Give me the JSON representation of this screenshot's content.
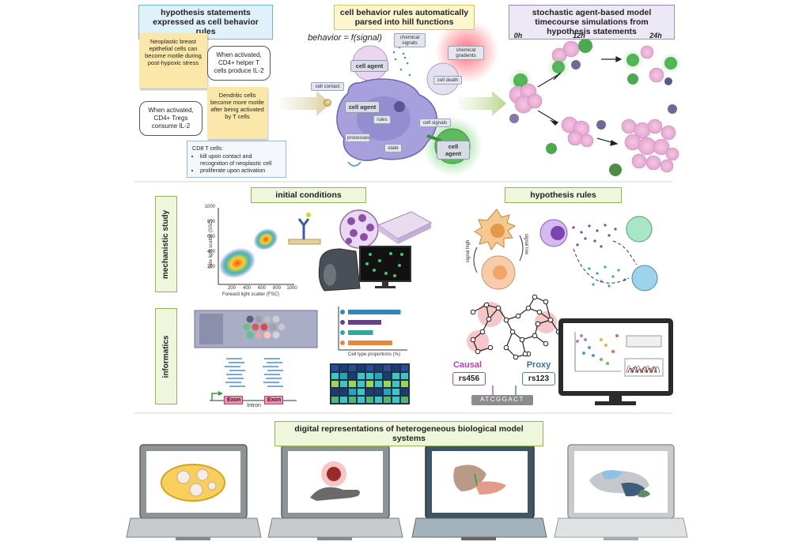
{
  "headers": {
    "hypothesis_statements": "hypothesis statements expressed as cell behavior rules",
    "cell_behavior_rules": "cell behavior rules automatically parsed into hill functions",
    "simulations": "stochastic agent-based model timecourse simulations from hypothesis statements",
    "initial_conditions": "initial conditions",
    "hypothesis_rules": "hypothesis rules",
    "digital_representations": "digital representations of heterogeneous biological model systems"
  },
  "side_labels": {
    "mechanistic": "mechanistic study",
    "informatics": "informatics"
  },
  "statements": {
    "sticky1": "Neoplastic breast epithelial cells can become motile during post-hypoxic stress",
    "sticky2": "Dendritic cells become more motile after being activated by T cells",
    "bubble1": "When activated, CD4+ helper T cells produce IL-2",
    "bubble2": "When activated, CD4+ Tregs consume IL-2",
    "cd8_title": "CD8 T cells:",
    "cd8_items": [
      "kill upon contact and recognition of neoplastic cell",
      "proliferate upon activation"
    ]
  },
  "agent_diagram": {
    "formula": "behavior = f(signal)",
    "cell_agent": "cell agent",
    "chemical_signals": "chemical signals",
    "chemical_gradients": "chemical gradients",
    "cell_contact": "cell contact",
    "cell_death": "cell death",
    "rules": "rules",
    "processes": "processes",
    "state": "state",
    "cell_signals": "cell signals"
  },
  "timepoints": [
    "0h",
    "12h",
    "24h"
  ],
  "flow_plot": {
    "ylabel": "Side light scatter (SSC)",
    "xlabel": "Forward light scatter (FSC)",
    "yticks": [
      "1000",
      "800",
      "600",
      "400",
      "200"
    ],
    "xticks": [
      "200",
      "400",
      "600",
      "800",
      "1000"
    ]
  },
  "proportions": {
    "xlabel": "Cell type proportions (%)",
    "values": [
      0.95,
      0.6,
      0.45,
      0.8
    ],
    "colors": [
      "#2f86b9",
      "#6a3d8f",
      "#34a79b",
      "#e8873c"
    ]
  },
  "hill": {
    "signal_high": "signal high",
    "signal_low": "signal low"
  },
  "genomics": {
    "causal": "Causal",
    "proxy": "Proxy",
    "snp1": "rs456",
    "snp2": "rs123",
    "exon": "Exon",
    "intron": "Intron",
    "sequence": "ATCGGACT"
  }
}
